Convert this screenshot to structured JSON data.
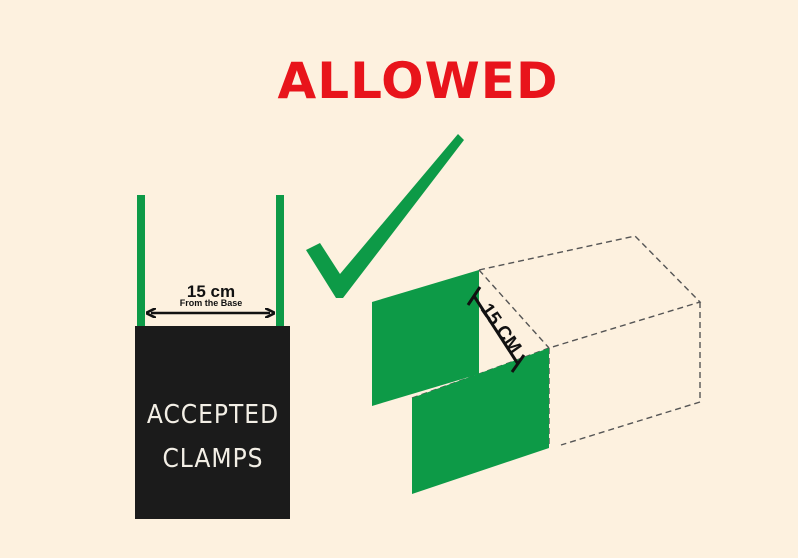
{
  "title": "ALLOWED",
  "clamp": {
    "distance_value": "15 cm",
    "distance_note": "From the Base",
    "label_line1": "ACCEPTED",
    "label_line2": "CLAMPS"
  },
  "iso": {
    "distance_label": "15 CM"
  },
  "colors": {
    "title": "#e8141b",
    "green": "#0d9a47",
    "dark": "#1b1b1b",
    "background": "#fdf1df"
  },
  "icons": {
    "check": "check-icon",
    "arrow": "double-arrow-icon"
  }
}
